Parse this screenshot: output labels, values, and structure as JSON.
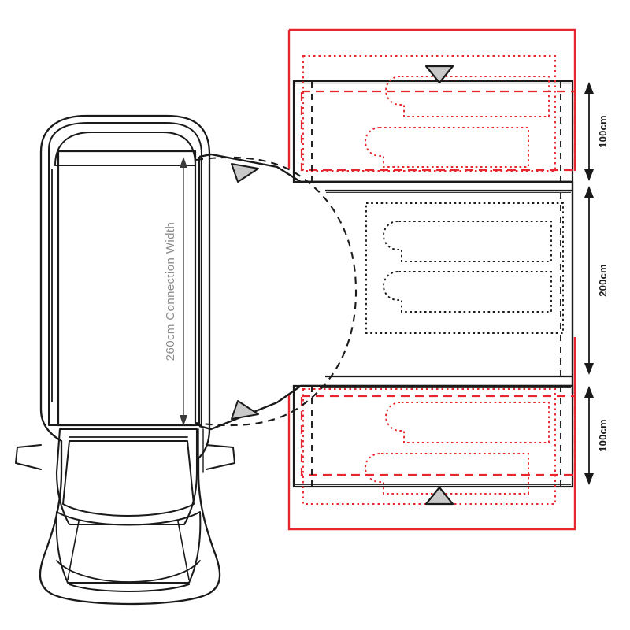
{
  "diagram": {
    "title": "Drive-away awning floor plan with vehicle",
    "background_color": "#ffffff",
    "line_color": "#1a1a1a",
    "accent_color": "#e8262e",
    "label_color": "#8c8c8c",
    "marker_fill": "#c9c9c9"
  },
  "dimensions": {
    "top_bedroom": {
      "label": "100cm",
      "value": 100,
      "unit": "cm"
    },
    "living_area": {
      "label": "200cm",
      "value": 200,
      "unit": "cm"
    },
    "bottom_bedroom": {
      "label": "100cm",
      "value": 100,
      "unit": "cm"
    }
  },
  "connection": {
    "label": "260cm Connection Width",
    "value": 260,
    "unit": "cm"
  },
  "legend": {
    "solid_outline": "awning-structure-outline",
    "red_solid": "optional-extension-footprint",
    "red_dashed": "inner-tent-bedroom-footprint",
    "red_dotted": "optional-bedroom-sleeping-area",
    "black_dotted": "inner-tent-sleeping-area",
    "black_dashed": "tunnel-and-canopy-outline"
  },
  "markers": {
    "top_door": "door-marker-down",
    "bottom_door": "door-marker-up",
    "canopy_top_door": "canopy-door-marker-upper",
    "canopy_bottom_door": "canopy-door-marker-lower"
  },
  "vehicle": {
    "name": "campervan-top-view",
    "orientation": "front-facing-down"
  },
  "sleeping_bags": {
    "top_section_count": 2,
    "middle_section_count": 2,
    "bottom_section_count": 2
  }
}
